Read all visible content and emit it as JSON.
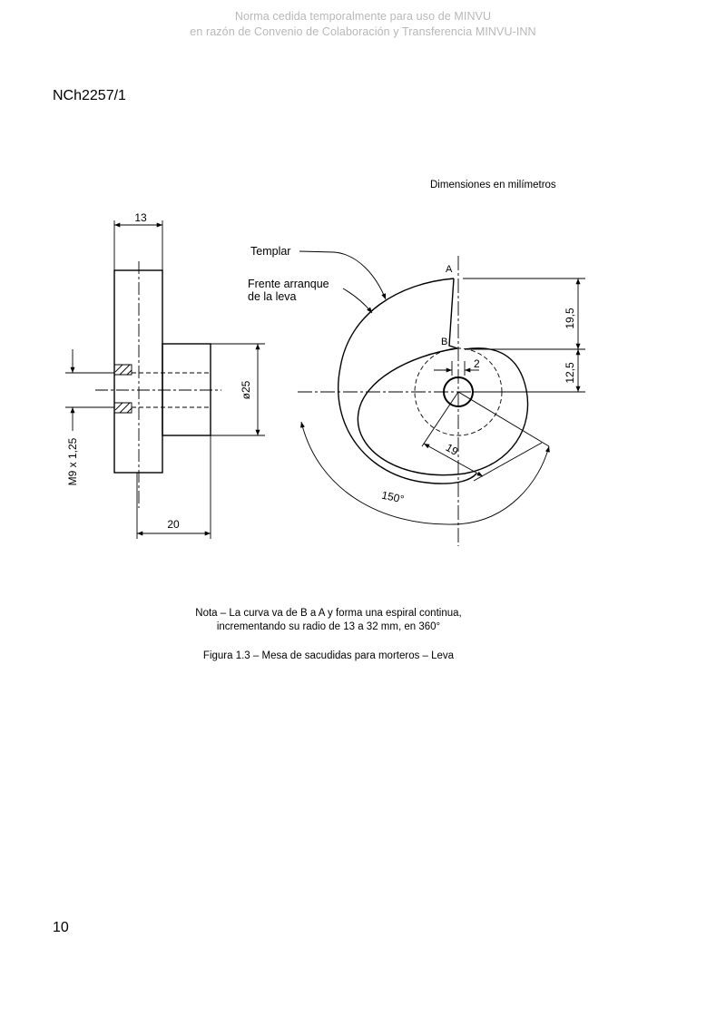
{
  "watermark": {
    "line1": "Norma cedida temporalmente para uso de MINVU",
    "line2": "en razón de Convenio de Colaboración y Transferencia MINVU-INN"
  },
  "header": {
    "doc_code": "NCh2257/1"
  },
  "figure": {
    "units_note": "Dimensiones en milímetros",
    "side_view": {
      "dim_width_top": "13",
      "dim_hub_length": "20",
      "dim_hub_diameter": "ø25",
      "thread_label": "M9 x 1,25"
    },
    "cam_view": {
      "label_templar": "Templar",
      "label_frente_1": "Frente arranque",
      "label_frente_2": "de la leva",
      "point_a": "A",
      "point_b": "B",
      "dim_19_5": "19,5",
      "dim_12_5": "12,5",
      "dim_2": "2",
      "dim_radius_19": "19",
      "dim_angle": "150°"
    },
    "note_line1": "Nota – La curva va de B a A y forma una espiral continua,",
    "note_line2": "incrementando su radio de 13 a 32 mm, en 360°",
    "caption": "Figura 1.3 – Mesa de sacudidas para morteros – Leva"
  },
  "footer": {
    "page_number": "10"
  }
}
